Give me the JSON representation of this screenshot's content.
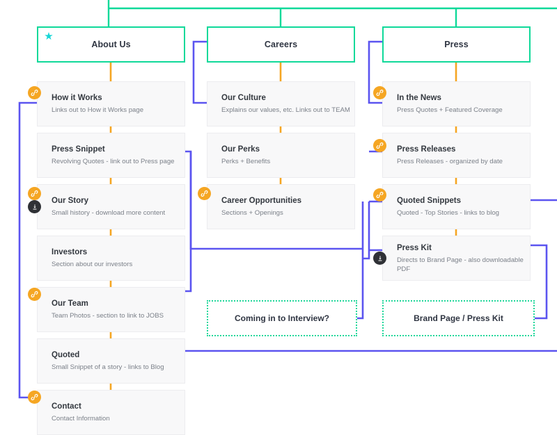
{
  "diagram": {
    "title": "Site map flow",
    "colors": {
      "green_outline": "#0fd999",
      "green_dashed": "#1fd79a",
      "orange_connector": "#f5a623",
      "purple_connector": "#5b54f0",
      "card_background": "#f8f8f9",
      "card_border": "#ececef",
      "title_text": "#33383f",
      "desc_text": "#7b8089",
      "star": "#17d6d6",
      "download_badge": "#2f3136"
    },
    "columns": [
      {
        "key": "about",
        "header": {
          "label": "About Us",
          "starred": true,
          "star_icon": "star-icon"
        },
        "cards": [
          {
            "title": "How it Works",
            "desc": "Links out to How it Works page",
            "link_badge": true,
            "download_badge": false
          },
          {
            "title": "Press Snippet",
            "desc": "Revolving Quotes - link out to Press page",
            "link_badge": false,
            "download_badge": false
          },
          {
            "title": "Our Story",
            "desc": "Small history - download more content",
            "link_badge": true,
            "download_badge": true
          },
          {
            "title": "Investors",
            "desc": "Section about our investors",
            "link_badge": false,
            "download_badge": false
          },
          {
            "title": "Our Team",
            "desc": "Team Photos - section to link to JOBS",
            "link_badge": true,
            "download_badge": false
          },
          {
            "title": "Quoted",
            "desc": "Small Snippet of a story - links to Blog",
            "link_badge": false,
            "download_badge": false
          },
          {
            "title": "Contact",
            "desc": "Contact Information",
            "link_badge": true,
            "download_badge": false
          }
        ]
      },
      {
        "key": "careers",
        "header": {
          "label": "Careers",
          "starred": false,
          "star_icon": null
        },
        "cards": [
          {
            "title": "Our Culture",
            "desc": "Explains our values, etc. Links out to TEAM",
            "link_badge": false,
            "download_badge": false
          },
          {
            "title": "Our Perks",
            "desc": "Perks + Benefits",
            "link_badge": false,
            "download_badge": false
          },
          {
            "title": "Career Opportunities",
            "desc": "Sections + Openings",
            "link_badge": true,
            "download_badge": false
          }
        ],
        "terminal": {
          "label": "Coming in to Interview?"
        }
      },
      {
        "key": "press",
        "header": {
          "label": "Press",
          "starred": false,
          "star_icon": null
        },
        "cards": [
          {
            "title": "In the News",
            "desc": "Press Quotes + Featured Coverage",
            "link_badge": true,
            "download_badge": false
          },
          {
            "title": "Press Releases",
            "desc": "Press Releases - organized by date",
            "link_badge": true,
            "download_badge": false
          },
          {
            "title": "Quoted Snippets",
            "desc": "Quoted - Top Stories - links to blog",
            "link_badge": true,
            "download_badge": false
          },
          {
            "title": "Press Kit",
            "desc": "Directs to Brand Page - also downloadable PDF",
            "link_badge": false,
            "download_badge": true
          }
        ],
        "terminal": {
          "label": "Brand Page / Press Kit"
        }
      }
    ],
    "icons": {
      "link_badge": "link-icon",
      "download_badge": "download-icon",
      "star": "star-icon"
    }
  }
}
